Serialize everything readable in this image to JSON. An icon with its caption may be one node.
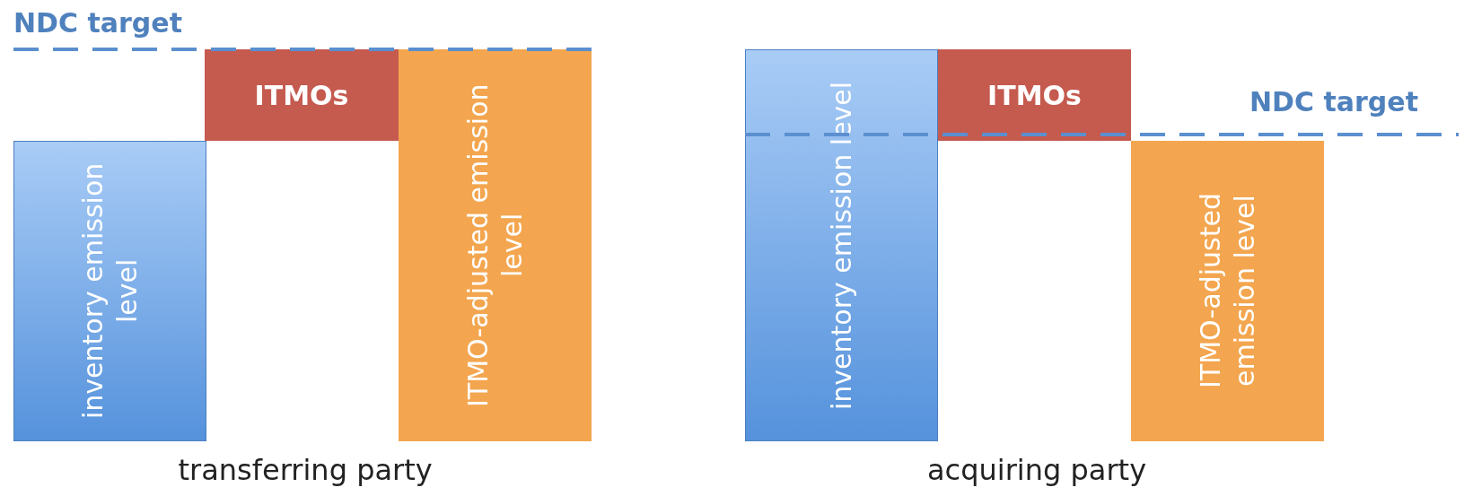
{
  "diagram": {
    "nodes": [
      {
        "text": [
          "inventory emission level"
        ]
      },
      {
        "text": [
          "ITMOs"
        ]
      },
      {
        "text": [
          "ITMO-adjusted emission level"
        ]
      },
      {
        "text": [
          "inventory emission level"
        ]
      },
      {
        "text": [
          "ITMOs"
        ]
      },
      {
        "text": [
          "ITMO-adjusted emission level"
        ]
      }
    ],
    "edges": [],
    "labels": [
      "NDC target",
      "NDC target",
      "transferring party",
      "acquiring party"
    ]
  }
}
